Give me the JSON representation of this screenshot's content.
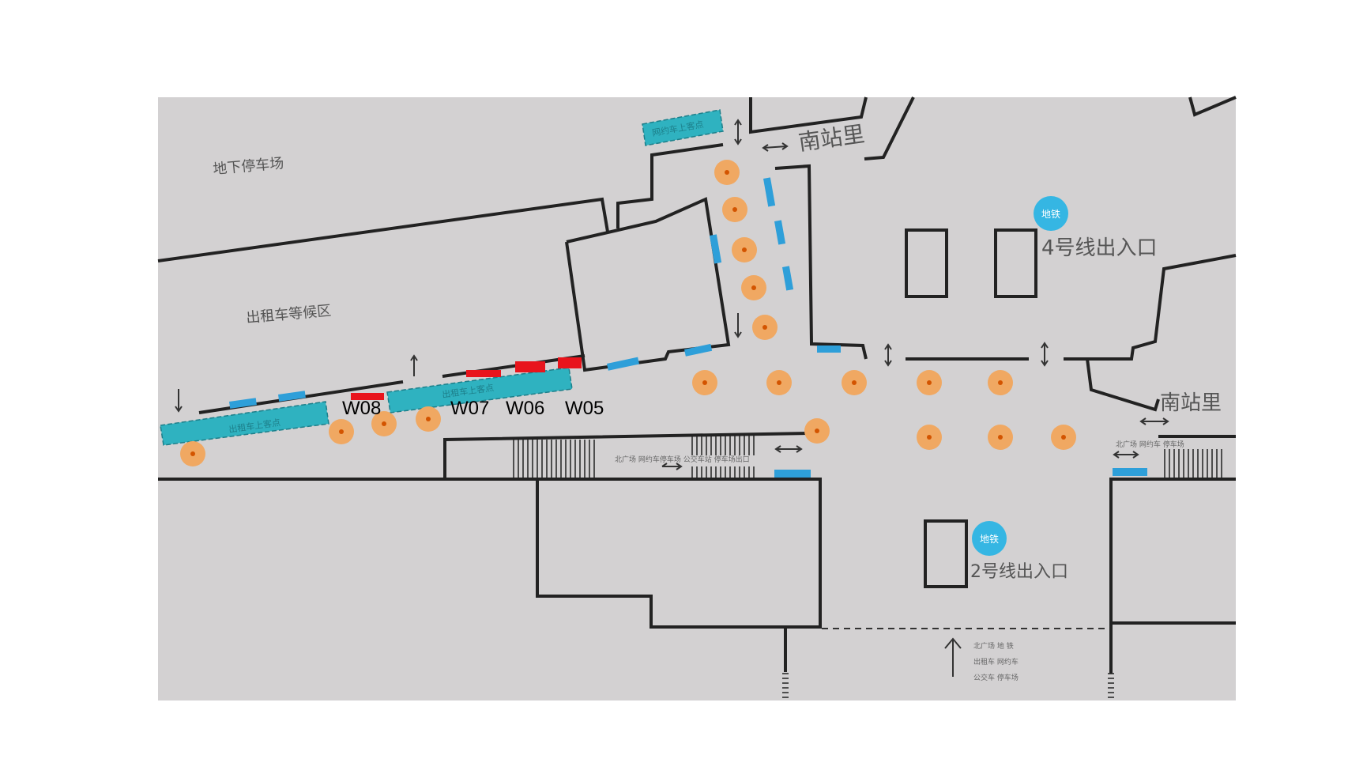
{
  "colors": {
    "background": "#ffffff",
    "map_floor": "#d3d1d2",
    "wall": "#222222",
    "pillar_orange": "#f0a862",
    "pillar_dot": "#d35400",
    "teal_zone": "#2fb2c0",
    "blue_mark": "#2e9fd9",
    "gate_red": "#e8141c",
    "metro_circle": "#35b6e3"
  },
  "labels": {
    "underground_parking": "地下停车场",
    "taxi_waiting_area": "出租车等候区",
    "nanzhanli_top": "南站里",
    "nanzhanli_right": "南站里",
    "line4_entrance": "4号线出入口",
    "line2_entrance": "2号线出入口",
    "metro_badge_top": "地铁",
    "metro_badge_bottom": "地铁",
    "teal_zone_top": "网约车上客点",
    "teal_zone_left": "出租车上客点",
    "teal_zone_mid": "出租车上客点",
    "stair_sign_left": "北广场  网约车停车场  公交车站  停车场出口",
    "stair_sign_right": "北广场  网约车  停车场",
    "exit_sign_line1": "北广场   地   铁",
    "exit_sign_line2": "出租车   网约车",
    "exit_sign_line3": "公交车   停车场"
  },
  "gates": [
    {
      "id": "W08",
      "label": "W08"
    },
    {
      "id": "W07",
      "label": "W07"
    },
    {
      "id": "W06",
      "label": "W06"
    },
    {
      "id": "W05",
      "label": "W05"
    }
  ],
  "icons": {
    "pillar": "orange-pillar-icon",
    "arrow": "direction-arrow-icon",
    "up_arrow": "up-arrow-icon"
  }
}
